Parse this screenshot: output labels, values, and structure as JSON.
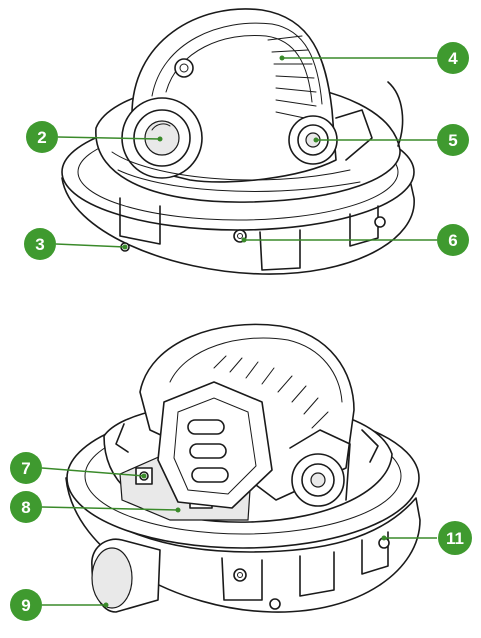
{
  "diagram": {
    "callouts": [
      {
        "id": "2",
        "label": "2"
      },
      {
        "id": "3",
        "label": "3"
      },
      {
        "id": "4",
        "label": "4"
      },
      {
        "id": "5",
        "label": "5"
      },
      {
        "id": "6",
        "label": "6"
      },
      {
        "id": "7",
        "label": "7"
      },
      {
        "id": "8",
        "label": "8"
      },
      {
        "id": "9",
        "label": "9"
      },
      {
        "id": "11",
        "label": "11"
      }
    ],
    "colors": {
      "callout_badge": "#3f9a2f",
      "leader_line": "#3a8a2a",
      "drawing_stroke": "#1a1a1a"
    }
  }
}
